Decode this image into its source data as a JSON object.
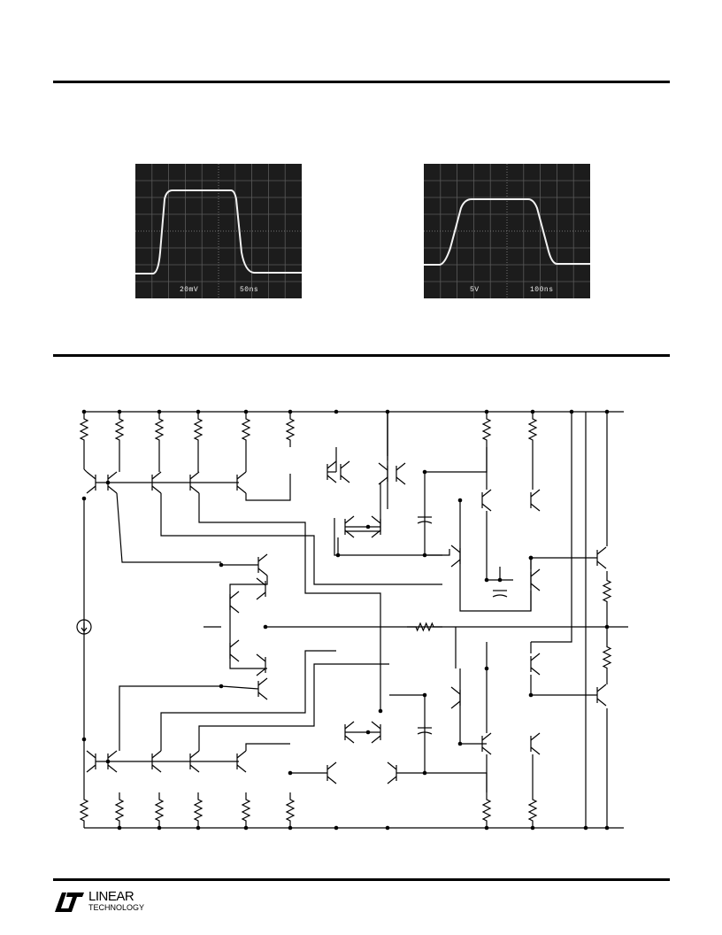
{
  "scopes": [
    {
      "id": "left",
      "label_volts": "20mV",
      "label_time": "50ns"
    },
    {
      "id": "right",
      "label_volts": "5V",
      "label_time": "100ns"
    }
  ],
  "logo": {
    "brand_top": "LINEAR",
    "brand_bottom": "TECHNOLOGY"
  },
  "colors": {
    "ink": "#000000",
    "scope_bg": "#1a1a1a",
    "trace": "#f2f2f2"
  }
}
